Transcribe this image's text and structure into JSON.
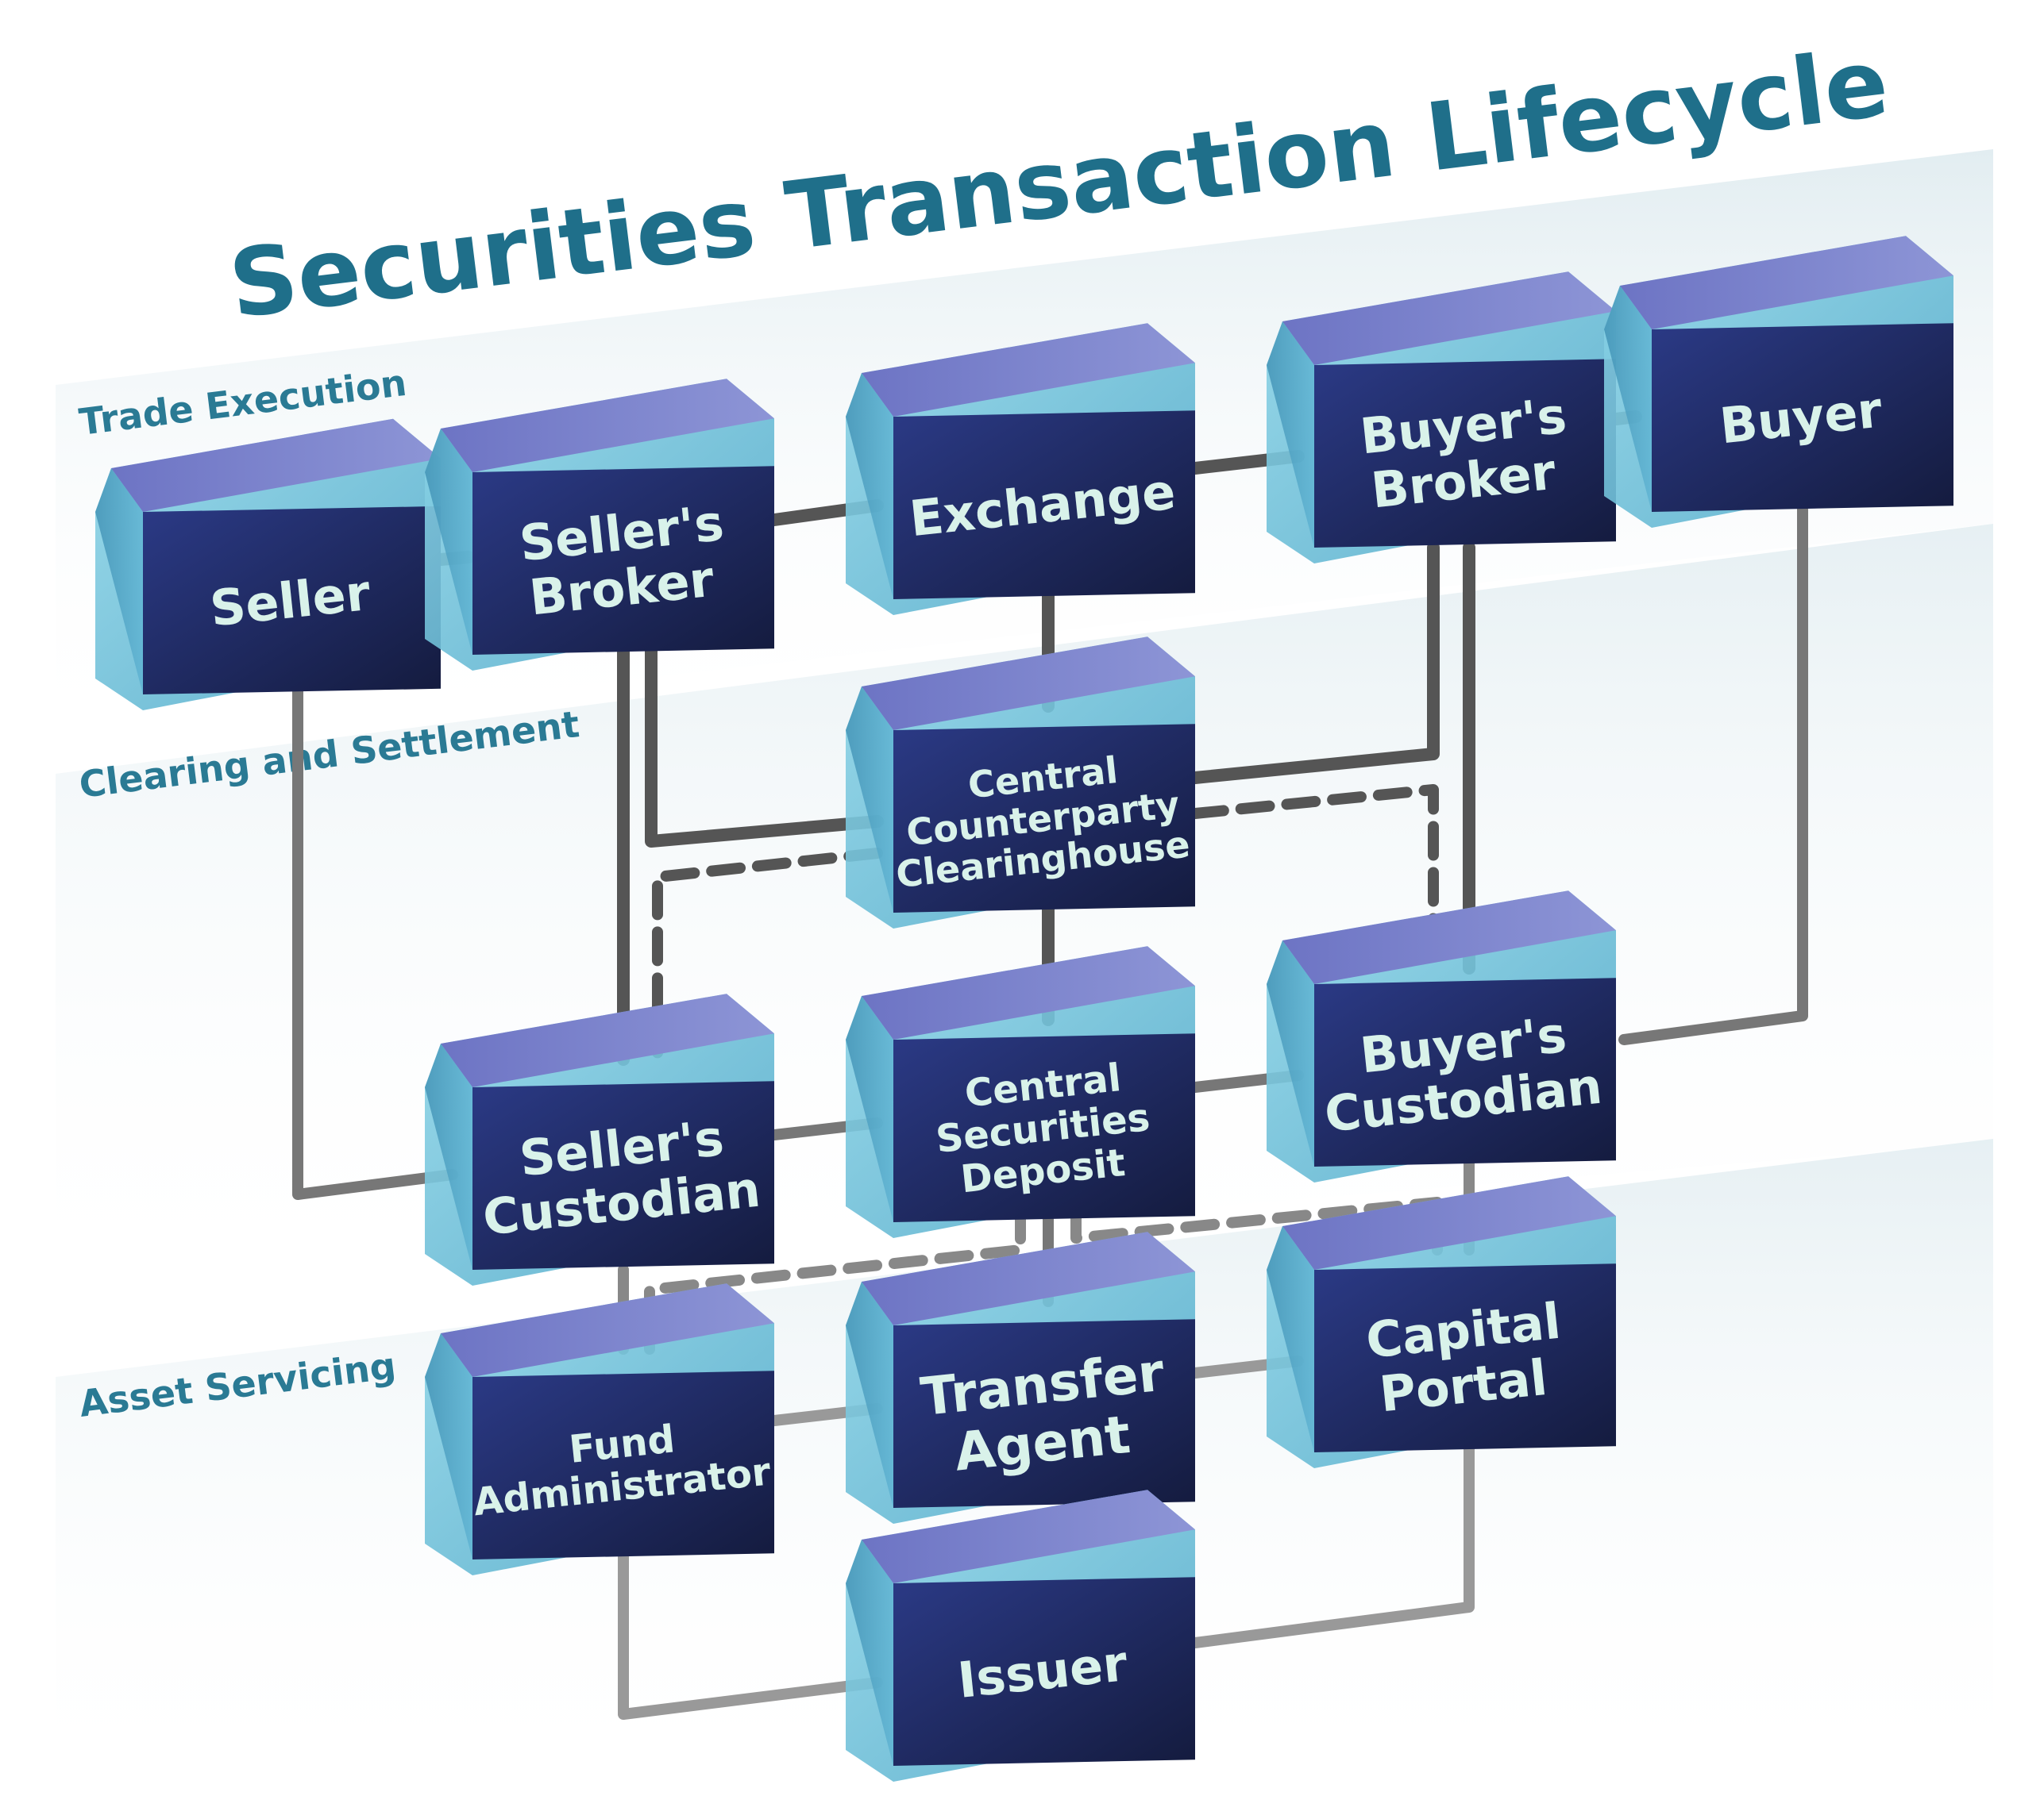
{
  "title": "Securities Transaction Lifecycle",
  "bands": [
    {
      "id": "trade",
      "label": "Trade Execution"
    },
    {
      "id": "clearing",
      "label": "Clearing and Settlement"
    },
    {
      "id": "servicing",
      "label": "Asset Servicing"
    }
  ],
  "nodes": [
    {
      "id": "seller",
      "lines": [
        "Seller"
      ]
    },
    {
      "id": "sellers-broker",
      "lines": [
        "Seller's",
        "Broker"
      ]
    },
    {
      "id": "exchange",
      "lines": [
        "Exchange"
      ]
    },
    {
      "id": "buyers-broker",
      "lines": [
        "Buyer's",
        "Broker"
      ]
    },
    {
      "id": "buyer",
      "lines": [
        "Buyer"
      ]
    },
    {
      "id": "ccp",
      "lines": [
        "Central",
        "Counterparty",
        "Clearinghouse"
      ]
    },
    {
      "id": "sellers-custodian",
      "lines": [
        "Seller's",
        "Custodian"
      ]
    },
    {
      "id": "csd",
      "lines": [
        "Central",
        "Securities",
        "Deposit"
      ]
    },
    {
      "id": "buyers-custodian",
      "lines": [
        "Buyer's",
        "Custodian"
      ]
    },
    {
      "id": "fund-admin",
      "lines": [
        "Fund",
        "Administrator"
      ]
    },
    {
      "id": "transfer-agent",
      "lines": [
        "Transfer",
        "Agent"
      ]
    },
    {
      "id": "capital-portal",
      "lines": [
        "Capital",
        "Portal"
      ]
    },
    {
      "id": "issuer",
      "lines": [
        "Issuer"
      ]
    }
  ],
  "connections": [
    {
      "from": "seller",
      "to": "sellers-broker",
      "style": "solid"
    },
    {
      "from": "sellers-broker",
      "to": "exchange",
      "style": "solid"
    },
    {
      "from": "exchange",
      "to": "buyers-broker",
      "style": "solid"
    },
    {
      "from": "buyers-broker",
      "to": "buyer",
      "style": "solid"
    },
    {
      "from": "exchange",
      "to": "ccp",
      "style": "solid"
    },
    {
      "from": "sellers-broker",
      "to": "ccp",
      "style": "solid"
    },
    {
      "from": "buyers-broker",
      "to": "ccp",
      "style": "solid"
    },
    {
      "from": "sellers-broker",
      "to": "sellers-custodian",
      "style": "solid"
    },
    {
      "from": "buyers-broker",
      "to": "buyers-custodian",
      "style": "solid"
    },
    {
      "from": "seller",
      "to": "sellers-custodian",
      "style": "solid"
    },
    {
      "from": "buyer",
      "to": "buyers-custodian",
      "style": "solid"
    },
    {
      "from": "ccp",
      "to": "csd",
      "style": "solid"
    },
    {
      "from": "ccp",
      "to": "sellers-custodian",
      "style": "dashed"
    },
    {
      "from": "ccp",
      "to": "buyers-custodian",
      "style": "dashed"
    },
    {
      "from": "sellers-custodian",
      "to": "csd",
      "style": "solid"
    },
    {
      "from": "csd",
      "to": "buyers-custodian",
      "style": "solid"
    },
    {
      "from": "csd",
      "to": "transfer-agent",
      "style": "solid"
    },
    {
      "from": "csd",
      "to": "fund-admin",
      "style": "dashed"
    },
    {
      "from": "csd",
      "to": "capital-portal",
      "style": "dashed"
    },
    {
      "from": "sellers-custodian",
      "to": "fund-admin",
      "style": "solid"
    },
    {
      "from": "buyers-custodian",
      "to": "capital-portal",
      "style": "solid"
    },
    {
      "from": "fund-admin",
      "to": "transfer-agent",
      "style": "solid"
    },
    {
      "from": "transfer-agent",
      "to": "capital-portal",
      "style": "solid"
    },
    {
      "from": "fund-admin",
      "to": "issuer",
      "style": "solid"
    },
    {
      "from": "capital-portal",
      "to": "issuer",
      "style": "solid"
    }
  ],
  "colors": {
    "title": "#1f6f8a",
    "band_label": "#2a7a94",
    "box_front": "#1e2a5e",
    "box_top": "#7b84c9",
    "box_glass": "#6cc3da",
    "label_text": "#d9f2ea",
    "connector": "#666666"
  }
}
